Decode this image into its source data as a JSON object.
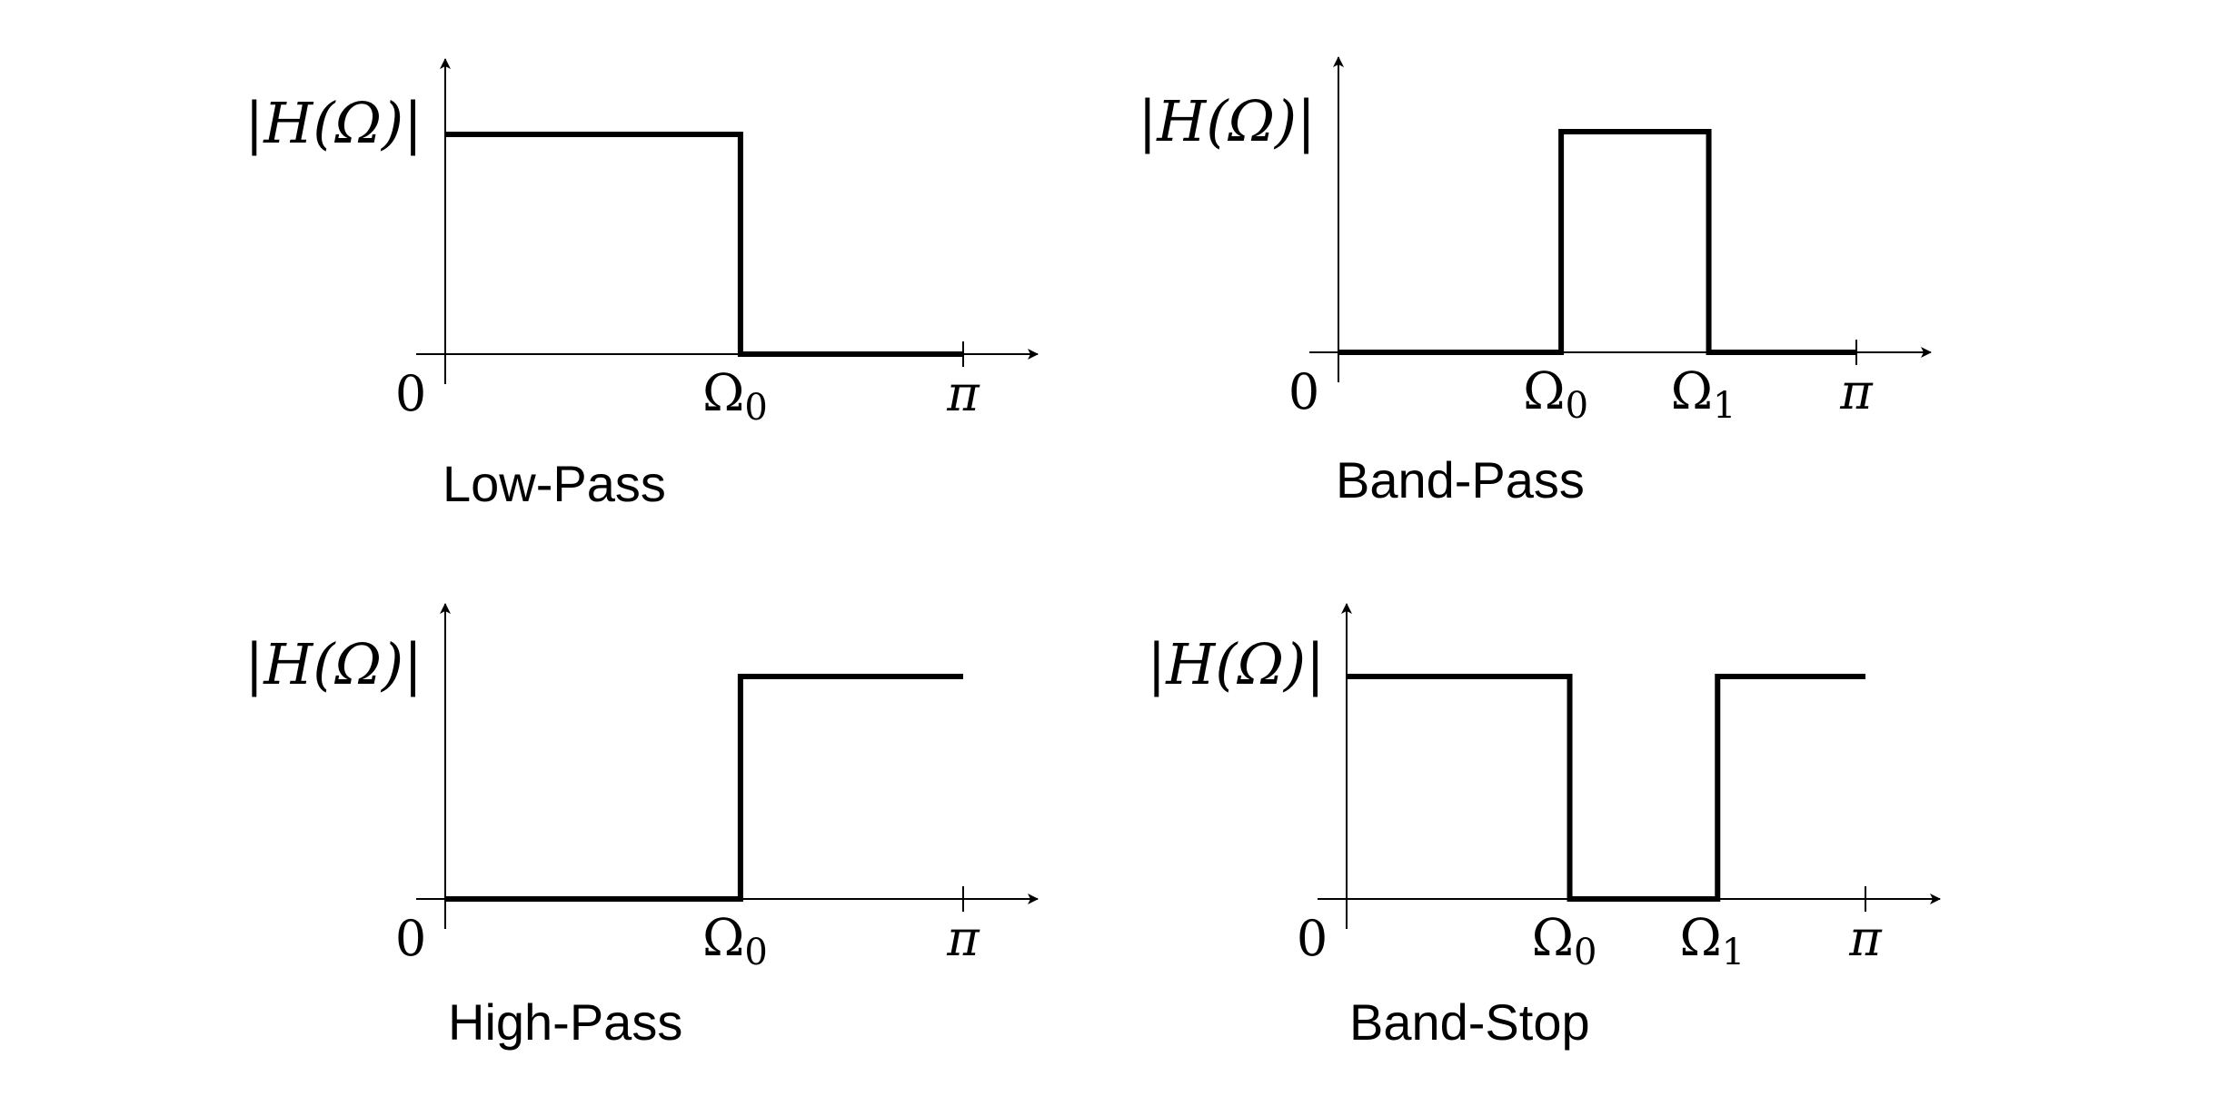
{
  "diagram": {
    "panels": [
      {
        "caption": "Low-Pass",
        "ylabel": "|H(Ω)|",
        "origin_label": "0",
        "pi_label": "π",
        "cutoffs": [
          {
            "symbol": "Ω",
            "subscript": "0",
            "value": 0.57
          }
        ],
        "response_segments": [
          {
            "from": 0,
            "to": 0.57,
            "level": 1
          },
          {
            "from": 0.57,
            "to": 1,
            "level": 0
          }
        ]
      },
      {
        "caption": "Band-Pass",
        "ylabel": "|H(Ω)|",
        "origin_label": "0",
        "pi_label": "π",
        "cutoffs": [
          {
            "symbol": "Ω",
            "subscript": "0",
            "value": 0.43
          },
          {
            "symbol": "Ω",
            "subscript": "1",
            "value": 0.715
          }
        ],
        "response_segments": [
          {
            "from": 0,
            "to": 0.43,
            "level": 0
          },
          {
            "from": 0.43,
            "to": 0.715,
            "level": 1
          },
          {
            "from": 0.715,
            "to": 1,
            "level": 0
          }
        ]
      },
      {
        "caption": "High-Pass",
        "ylabel": "|H(Ω)|",
        "origin_label": "0",
        "pi_label": "π",
        "cutoffs": [
          {
            "symbol": "Ω",
            "subscript": "0",
            "value": 0.57
          }
        ],
        "response_segments": [
          {
            "from": 0,
            "to": 0.57,
            "level": 0
          },
          {
            "from": 0.57,
            "to": 1,
            "level": 1
          }
        ]
      },
      {
        "caption": "Band-Stop",
        "ylabel": "|H(Ω)|",
        "origin_label": "0",
        "pi_label": "π",
        "cutoffs": [
          {
            "symbol": "Ω",
            "subscript": "0",
            "value": 0.43
          },
          {
            "symbol": "Ω",
            "subscript": "1",
            "value": 0.715
          }
        ],
        "response_segments": [
          {
            "from": 0,
            "to": 0.43,
            "level": 1
          },
          {
            "from": 0.43,
            "to": 0.715,
            "level": 0
          },
          {
            "from": 0.715,
            "to": 1,
            "level": 1
          }
        ]
      }
    ]
  }
}
